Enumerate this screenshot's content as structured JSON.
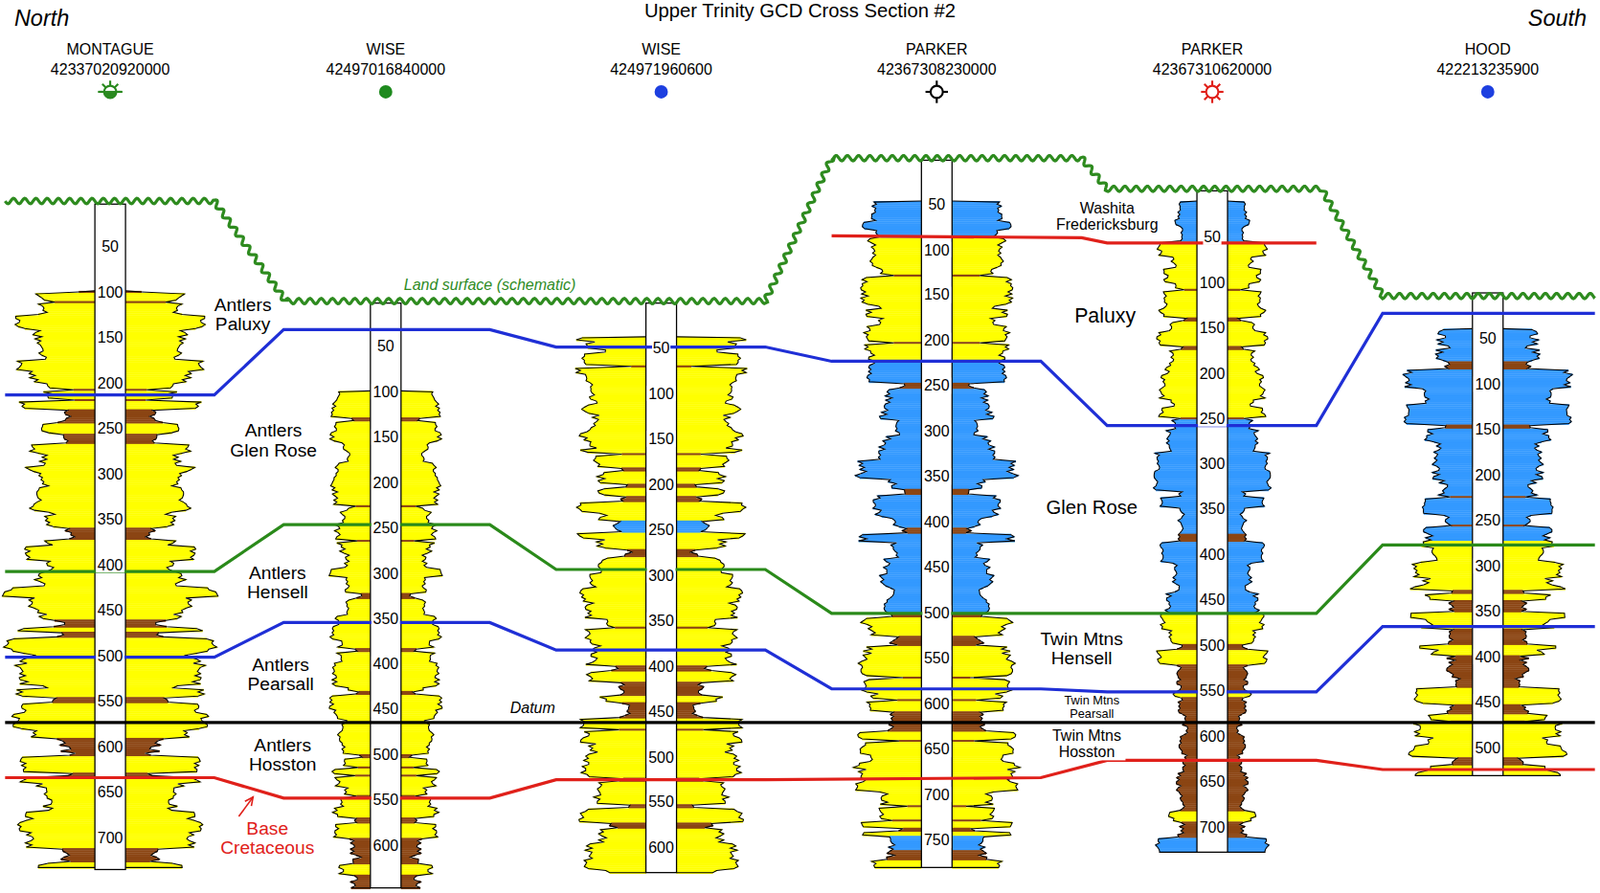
{
  "diagram": {
    "title": "Upper Trinity GCD Cross Section #2",
    "labels": [
      "North",
      "South",
      "MONTAGUE",
      "42337020920000",
      "50",
      "100",
      "150",
      "200",
      "250",
      "300",
      "350",
      "400",
      "450",
      "500",
      "550",
      "600",
      "650",
      "700",
      "WISE",
      "42497016840000",
      "50",
      "100",
      "150",
      "200",
      "250",
      "300",
      "350",
      "400",
      "450",
      "500",
      "550",
      "600",
      "WISE",
      "424971960600",
      "50",
      "100",
      "150",
      "200",
      "250",
      "300",
      "350",
      "400",
      "450",
      "500",
      "550",
      "600",
      "PARKER",
      "42367308230000",
      "50",
      "100",
      "150",
      "200",
      "250",
      "300",
      "350",
      "400",
      "450",
      "500",
      "550",
      "600",
      "650",
      "700",
      "750",
      "PARKER",
      "42367310620000",
      "50",
      "100",
      "150",
      "200",
      "250",
      "300",
      "350",
      "400",
      "450",
      "500",
      "550",
      "600",
      "650",
      "700",
      "HOOD",
      "422213235900",
      "50",
      "100",
      "150",
      "200",
      "250",
      "300",
      "350",
      "400",
      "450",
      "500",
      "Antlers Paluxy",
      "Antlers Glen Rose",
      "Antlers Hensell",
      "Antlers Pearsall",
      "Antlers Hosston",
      "Datum",
      "Base Cretaceous",
      "Land surface (schematic)",
      "Washita Fredericksburg",
      "Paluxy",
      "Glen Rose",
      "Twin Mtns Hensell",
      "Twin Mtns Pearsall",
      "Twin Mtns Hosston"
    ]
  }
}
